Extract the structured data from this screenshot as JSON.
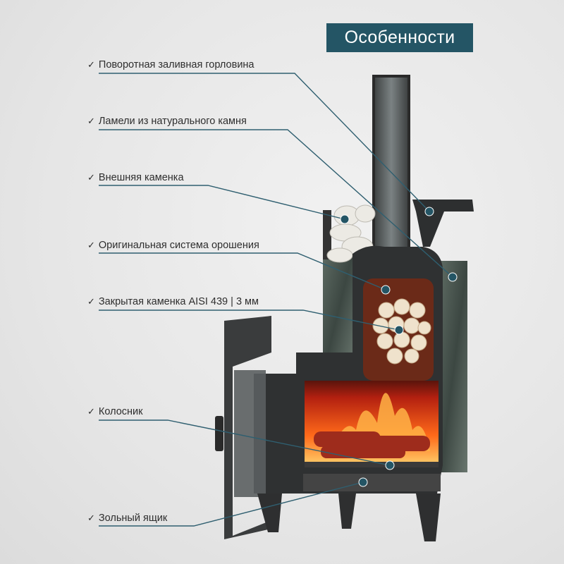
{
  "title": "Особенности",
  "features": [
    {
      "check": "✓",
      "label": "Поворотная заливная горловина"
    },
    {
      "check": "✓",
      "label": "Ламели из натурального камня"
    },
    {
      "check": "✓",
      "label": "Внешняя каменка"
    },
    {
      "check": "✓",
      "label": "Оригинальная система орошения"
    },
    {
      "check": "✓",
      "label": "Закрытая каменка AISI 439 | 3 мм"
    },
    {
      "check": "✓",
      "label": "Колосник"
    },
    {
      "check": "✓",
      "label": "Зольный ящик"
    }
  ],
  "colors": {
    "accent": "#245565",
    "leader": "#2f5f70"
  }
}
